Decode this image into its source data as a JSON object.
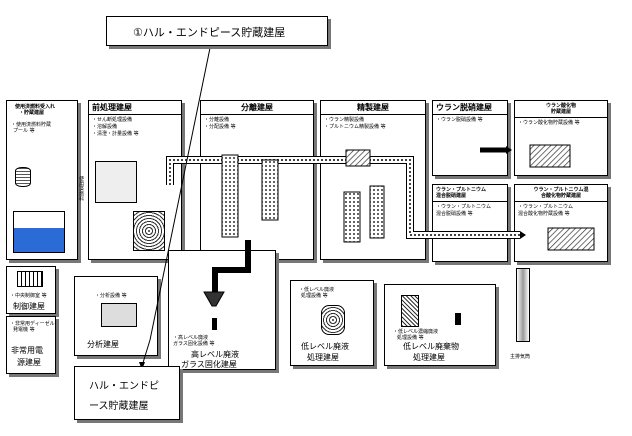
{
  "callout_top": "①ハル・エンドピース貯蔵建屋",
  "callout_bottom": [
    "ハル・エンドピ",
    "ース貯蔵建屋"
  ],
  "buildings": {
    "receiving": {
      "title": [
        "使用済燃料受入れ",
        "・貯蔵建屋"
      ],
      "items": [
        "・使用済燃料貯蔵",
        "プール 等"
      ]
    },
    "frontend": {
      "title": "前処理建屋",
      "items": [
        "・せん断処理設備",
        "・溶解設備",
        "・清澄・計量設備 等"
      ]
    },
    "separation": {
      "title": "分離建屋",
      "items": [
        "・分離設備",
        "・分配設備 等"
      ]
    },
    "purification": {
      "title": "精製建屋",
      "items": [
        "・ウラン精製設備",
        "・プルトニウム精製設備 等"
      ]
    },
    "uranium_denitration": {
      "title": "ウラン脱硝建屋",
      "items": [
        "・ウラン脱硝設備 等"
      ]
    },
    "uranium_oxide_storage": {
      "title": [
        "ウラン酸化物",
        "貯蔵建屋"
      ],
      "items": [
        "・ウラン酸化物貯蔵設備 等"
      ]
    },
    "mox_denitration": {
      "title": [
        "ウラン・プルトニウム",
        "混合脱硝建屋"
      ],
      "items": [
        "・ウラン・プルトニウム",
        "混合脱硝設備 等"
      ]
    },
    "mox_storage": {
      "title": [
        "ウラン・プルトニウム混",
        "合酸化物貯蔵建屋"
      ],
      "items": [
        "・ウラン・プルトニウム",
        "混合酸化物貯蔵設備 等"
      ]
    },
    "control": {
      "label": "制御建屋",
      "items": [
        "・中央制御室 等"
      ]
    },
    "emergency_power": {
      "label": [
        "非常用電",
        "源建屋"
      ],
      "items": [
        "・非常用ディーゼル",
        "発電機 等"
      ]
    },
    "analysis": {
      "label": "分析建屋",
      "items": [
        "・分析設備 等"
      ]
    },
    "hlw_vitrification": {
      "label": [
        "高レベル廃液",
        "ガラス固化建屋"
      ],
      "items": [
        "・高レベル廃液",
        "ガラス固化設備 等"
      ]
    },
    "llw_liquid": {
      "label": [
        "低レベル廃液",
        "処理建屋"
      ],
      "items": [
        "・低レベル廃液",
        "処理設備 等"
      ]
    },
    "llw_solid": {
      "label": [
        "低レベル廃棄物",
        "処理建屋"
      ],
      "items": [
        "・低レベル濃縮廃液",
        "処理設備 等"
      ]
    }
  },
  "misc": {
    "spent_fuel_side": "使用済燃料",
    "stack": "主排気筒"
  }
}
